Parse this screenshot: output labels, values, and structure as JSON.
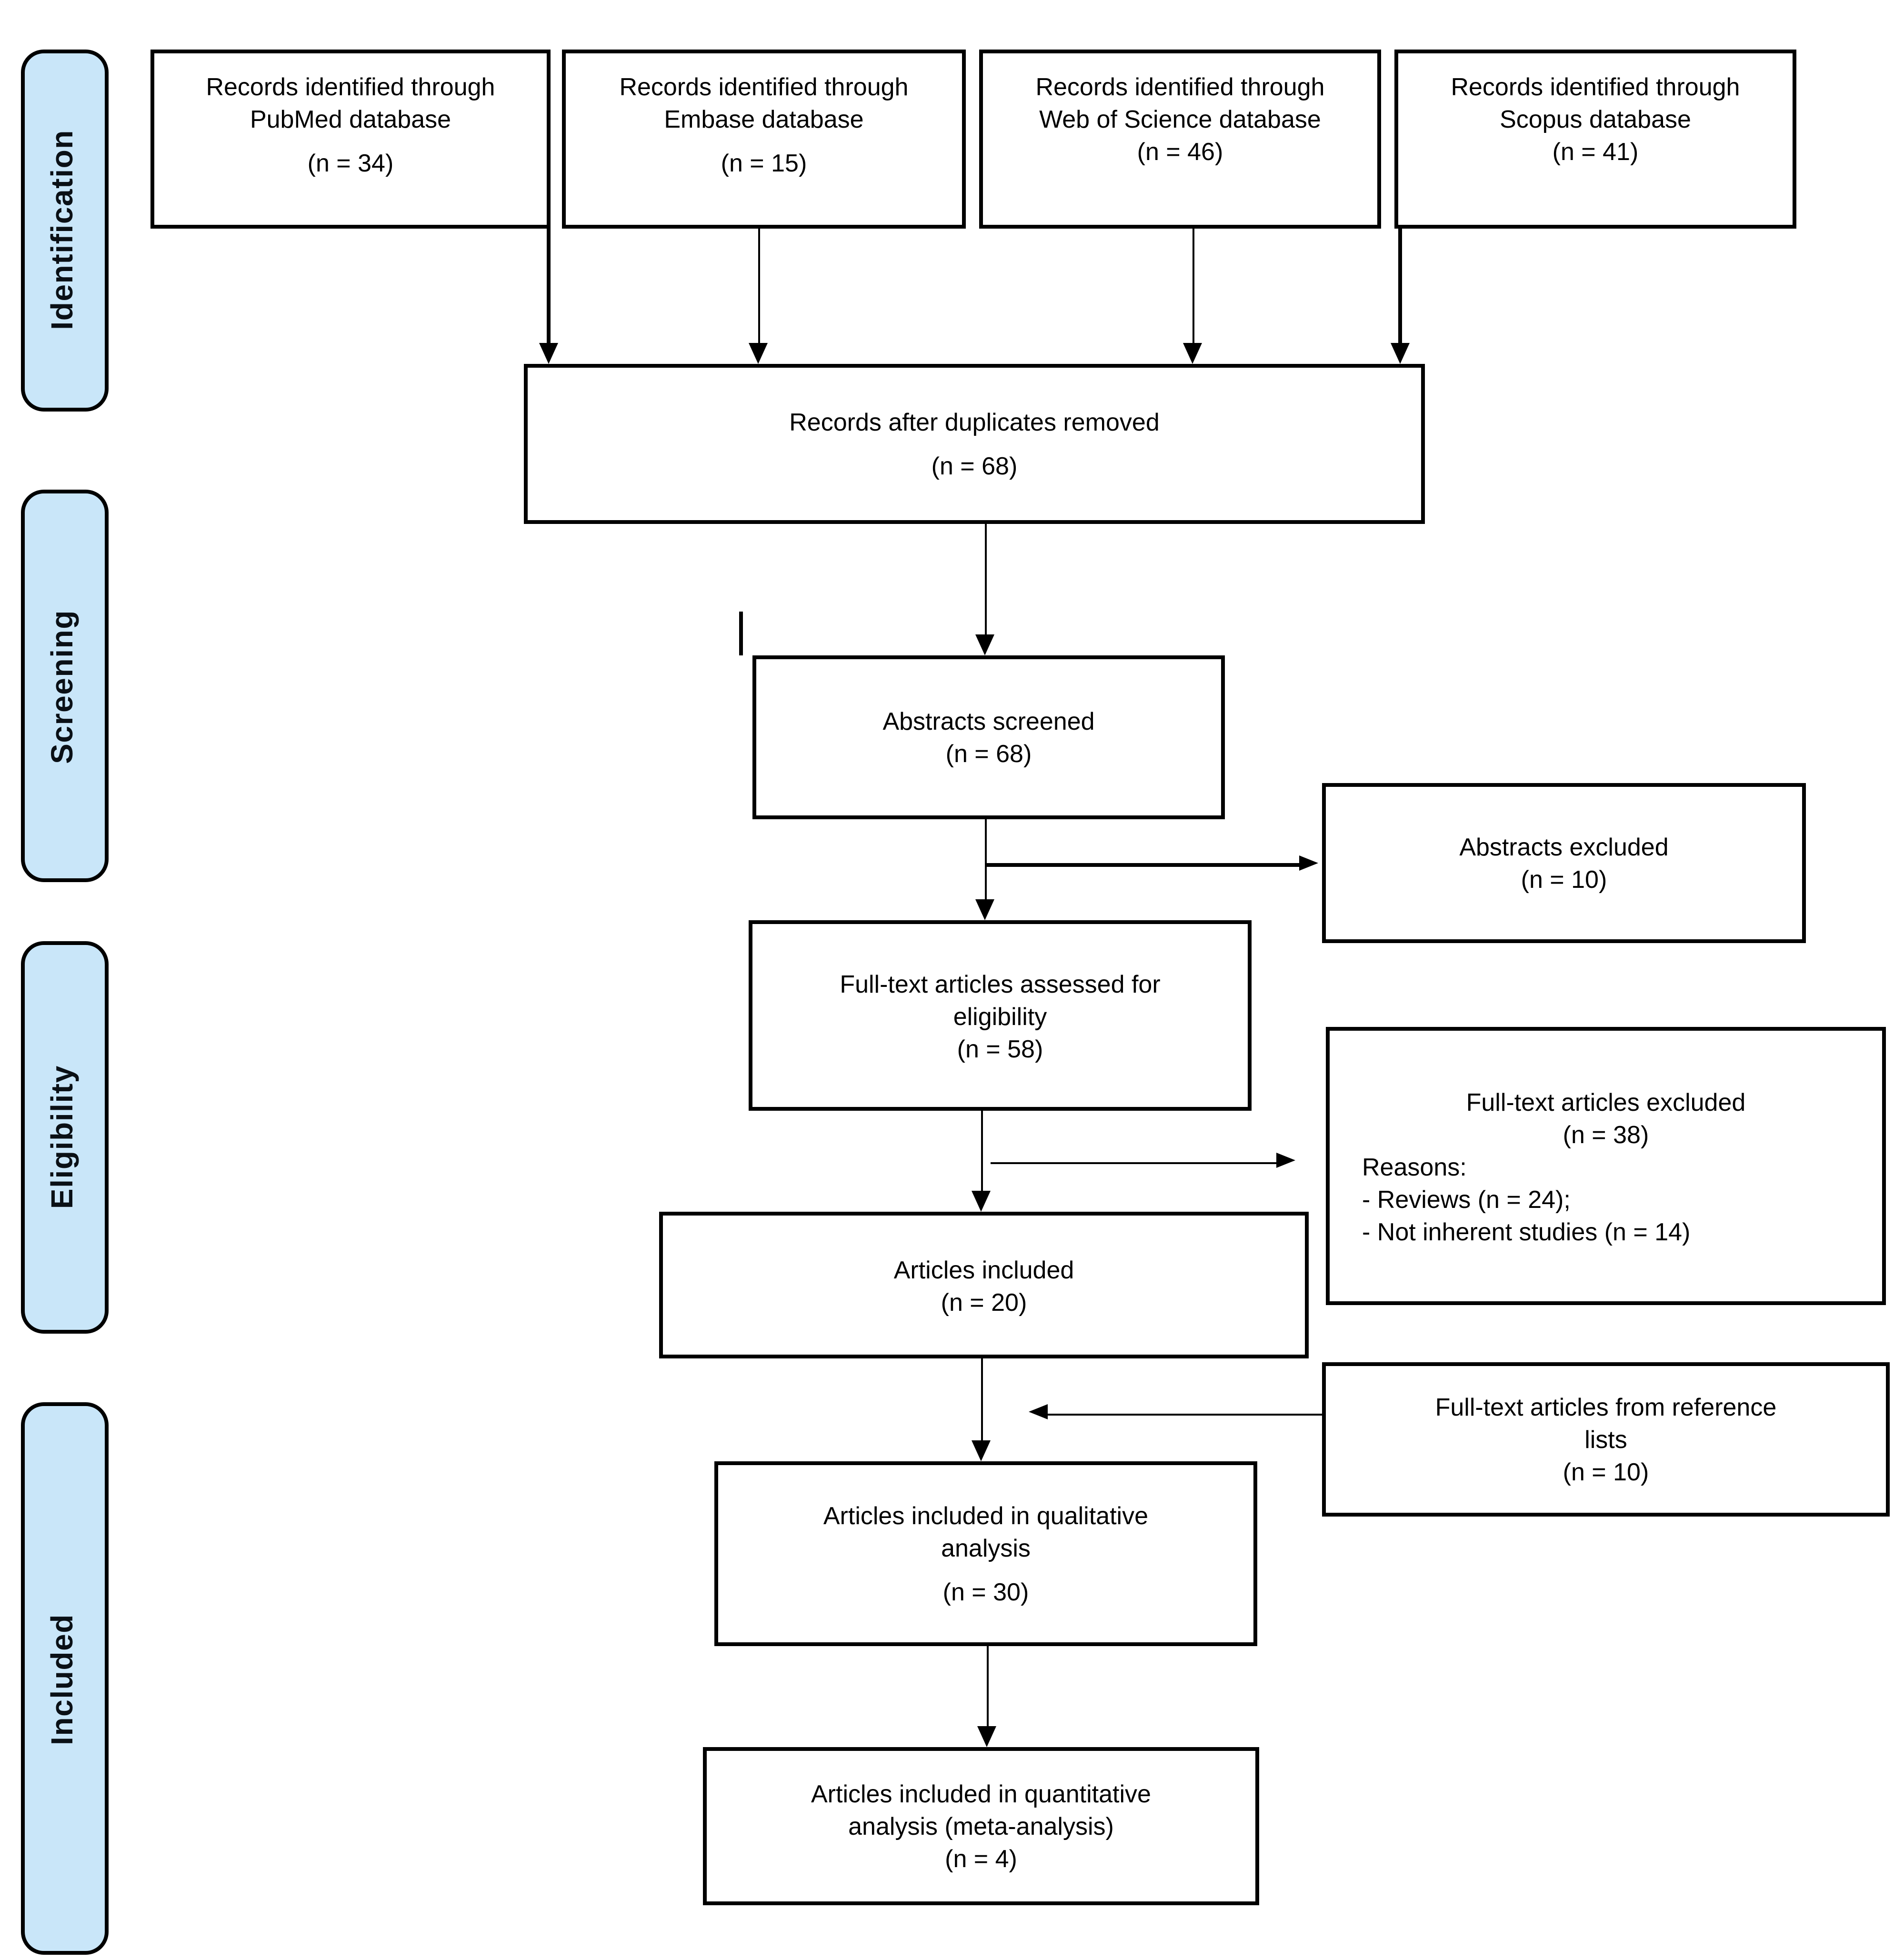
{
  "figure": {
    "type": "PRISMA flow diagram"
  },
  "colors": {
    "stage_fill": "#c9e6f9",
    "stage_border": "#000000",
    "box_border": "#000000",
    "box_fill": "#ffffff",
    "arrow": "#000000",
    "text": "#000000"
  },
  "stages": [
    {
      "label": "Identification"
    },
    {
      "label": "Screening"
    },
    {
      "label": "Eligibility"
    },
    {
      "label": "Included"
    }
  ],
  "boxes": {
    "pubmed": {
      "lines": [
        "Records identified through",
        "PubMed database"
      ],
      "n": "(n = 34)"
    },
    "embase": {
      "lines": [
        "Records identified through",
        "Embase database"
      ],
      "n": "(n = 15)"
    },
    "web_of_science": {
      "lines": [
        "Records identified through",
        "Web of Science database"
      ],
      "n": "(n = 46)"
    },
    "scopus": {
      "lines": [
        "Records identified through",
        "Scopus database"
      ],
      "n": "(n = 41)"
    },
    "duplicates_removed": {
      "lines": [
        "Records after duplicates removed"
      ],
      "n": "(n = 68)"
    },
    "abstracts_screened": {
      "lines": [
        "Abstracts screened"
      ],
      "n": "(n = 68)"
    },
    "abstracts_excluded": {
      "lines": [
        "Abstracts excluded"
      ],
      "n": "(n = 10)"
    },
    "fulltext_assessed": {
      "lines": [
        "Full-text articles assessed for",
        "eligibility"
      ],
      "n": "(n = 58)"
    },
    "fulltext_excluded": {
      "lines": [
        "Full-text articles excluded"
      ],
      "n": "(n = 38)",
      "reasons_label": "Reasons:",
      "reasons": [
        "- Reviews (n = 24);",
        "- Not inherent studies (n = 14)"
      ]
    },
    "articles_included": {
      "lines": [
        "Articles included"
      ],
      "n": "(n = 20)"
    },
    "reference_lists": {
      "lines": [
        "Full-text articles from reference",
        "lists"
      ],
      "n": "(n = 10)"
    },
    "qualitative": {
      "lines": [
        "Articles included in qualitative",
        "analysis"
      ],
      "n": "(n = 30)"
    },
    "quantitative": {
      "lines": [
        "Articles included in quantitative",
        "analysis (meta-analysis)"
      ],
      "n": "(n = 4)"
    }
  }
}
